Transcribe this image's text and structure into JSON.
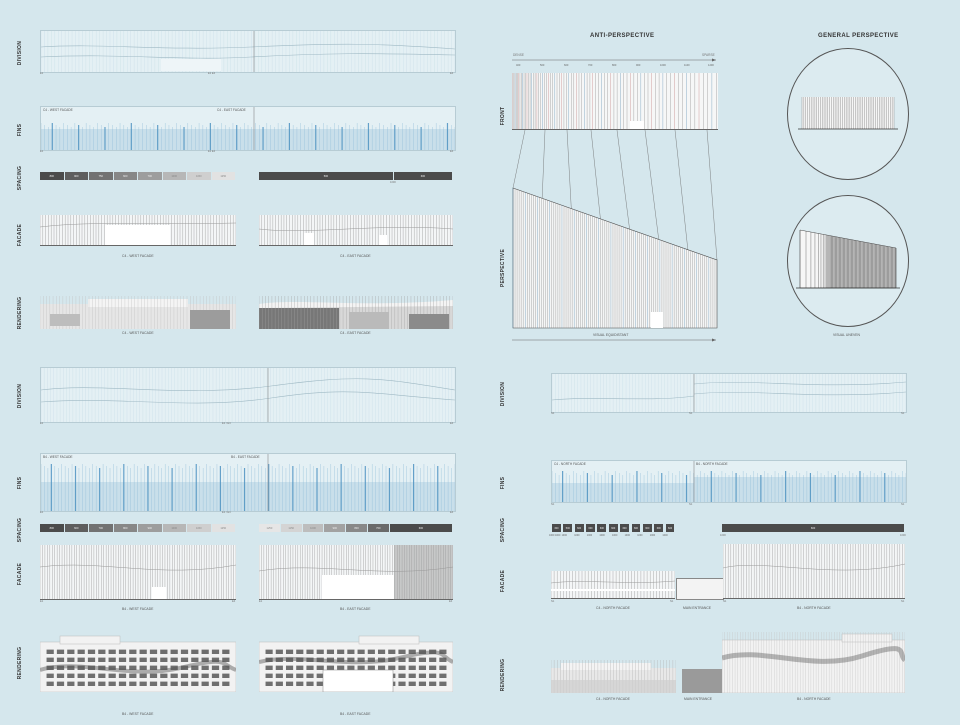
{
  "labels": {
    "division": "DIVISION",
    "fins": "FINS",
    "spacing": "SPACING",
    "facade": "FACADE",
    "rendering": "RENDERING",
    "front": "FRONT",
    "perspective": "PERSPECTIVE"
  },
  "titles": {
    "anti": "ANTI-PERSPECTIVE",
    "general": "GENERAL PERSPECTIVE"
  },
  "captions": {
    "c4_west": "C4 - WEST FACADE",
    "c4_east": "C4 - EAST FACADE",
    "b4_west": "B4 - WEST FACADE",
    "b4_east": "B4 - EAST FACADE",
    "c4_north": "C4 - NORTH FACADE",
    "b4_north": "B4 - NORTH FACADE",
    "main_entrance": "MAIN ENTRANCE",
    "visual_equidistant": "VISUAL EQUIDISTANT",
    "visual_uneven": "VISUAL UNEVEN",
    "dense": "DENSE",
    "sparse": "SPARSE"
  },
  "ticks": {
    "e1": "E1",
    "e4": "E4",
    "e1e4": "E1 E4",
    "e1_e4": "E1 / E4",
    "n1": "N1"
  },
  "spacing_values": {
    "c4_west": [
      "800",
      "900",
      "750",
      "600",
      "700",
      "1000",
      "1150",
      "1250"
    ],
    "c4_east": [
      "500",
      "600"
    ],
    "c4_east_marker": "1000",
    "b4_west": [
      "800",
      "600",
      "700",
      "800",
      "900",
      "1000",
      "1150",
      "1250"
    ],
    "b4_east": [
      "1250",
      "1150",
      "1000",
      "900",
      "800",
      "700",
      "600"
    ],
    "north_small": [
      "300",
      "500",
      "600",
      "600",
      "600",
      "600",
      "600",
      "600",
      "600",
      "600",
      "600"
    ],
    "north_small_ticks": [
      "1000 1000",
      "1000",
      "1000",
      "1000",
      "1000",
      "1000",
      "1000",
      "1000",
      "1000",
      "1000"
    ],
    "north_big": "600",
    "north_big_ticks": [
      "1000",
      "1000"
    ],
    "front_ticks": [
      "400",
      "500",
      "600",
      "700",
      "800",
      "900",
      "1000",
      "1100",
      "1200"
    ]
  },
  "colors": {
    "background": "#d5e7ed",
    "panel": "#e4f0f4",
    "fin_blue": "#6aa9cf",
    "dark_bar": "#4b4b4b"
  }
}
